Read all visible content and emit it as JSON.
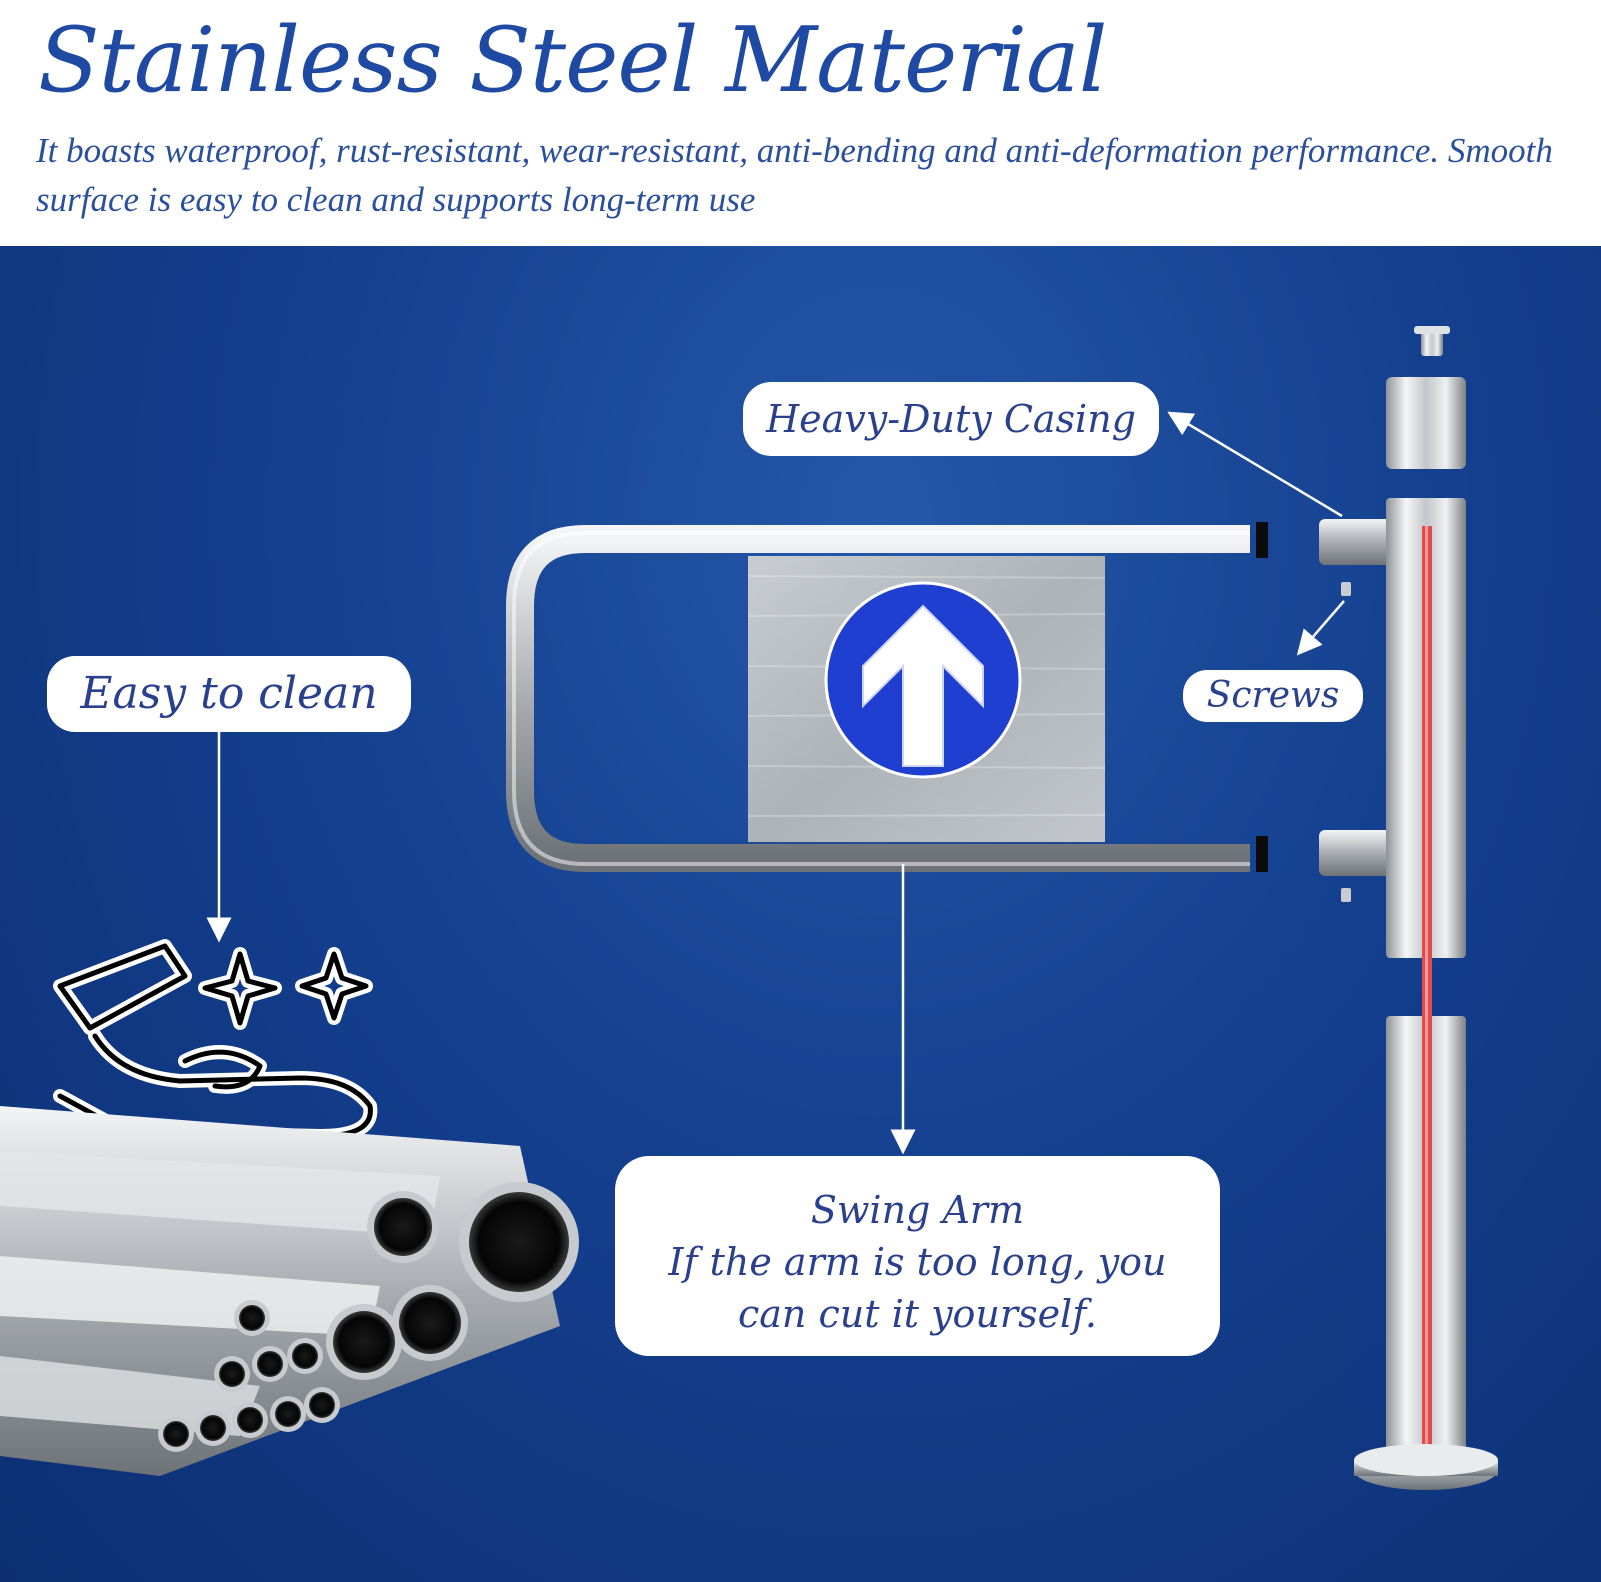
{
  "header": {
    "title": "Stainless Steel Material",
    "subtitle": "It boasts waterproof, rust-resistant, wear-resistant, anti-bending and anti-deformation performance. Smooth surface is easy to clean and supports long-term use"
  },
  "callouts": {
    "casing": "Heavy-Duty Casing",
    "clean": "Easy to clean",
    "screws": "Screws",
    "arm_title": "Swing Arm",
    "arm_desc": "If the arm is too long, you can cut it yourself."
  },
  "icons": {
    "arrow_sign": "up-arrow-icon",
    "cleaning": "hand-wiping-icon",
    "sparkles": "sparkle-icon"
  },
  "colors": {
    "title": "#1f4aa3",
    "background": "#14408f",
    "sign_blue": "#1f3fd1"
  }
}
